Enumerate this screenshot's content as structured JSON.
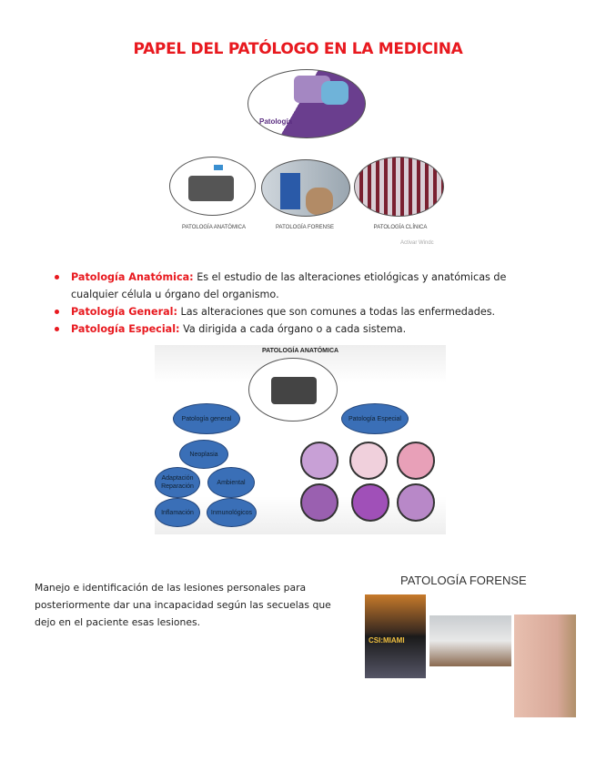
{
  "title": "PAPEL DEL PATÓLOGO EN LA MEDICINA",
  "figure1": {
    "logo_text": "Patología",
    "captions": [
      "PATOLOGÍA ANATÓMICA",
      "PATOLOGÍA FORENSE",
      "PATOLOGÍA CLÍNICA"
    ],
    "watermark": "Activar Windc"
  },
  "bullets": [
    {
      "term": "Patología Anatómica:",
      "text": " Es el estudio de las alteraciones etiológicas y anatómicas de cualquier célula u órgano del organismo."
    },
    {
      "term": "Patología General:",
      "text": " Las alteraciones que son comunes a todas las enfermedades."
    },
    {
      "term": "Patología Especial:",
      "text": " Va dirigida a cada órgano o a cada sistema."
    }
  ],
  "figure2": {
    "title": "PATOLOGÍA ANATÓMICA",
    "general": "Patología general",
    "especial": "Patología Especial",
    "items": [
      "Neoplasia",
      "Adaptación Reparación",
      "Ambiental",
      "Inflamación",
      "Inmunológicos"
    ],
    "colors": {
      "node": "#3a6fb7"
    }
  },
  "forense": {
    "paragraph": "Manejo e identificación de las lesiones personales para posteriormente dar una incapacidad según las secuelas que dejo en el paciente esas lesiones.",
    "title": "PATOLOGÍA FORENSE",
    "poster_text": "CSI:MIAMI"
  }
}
